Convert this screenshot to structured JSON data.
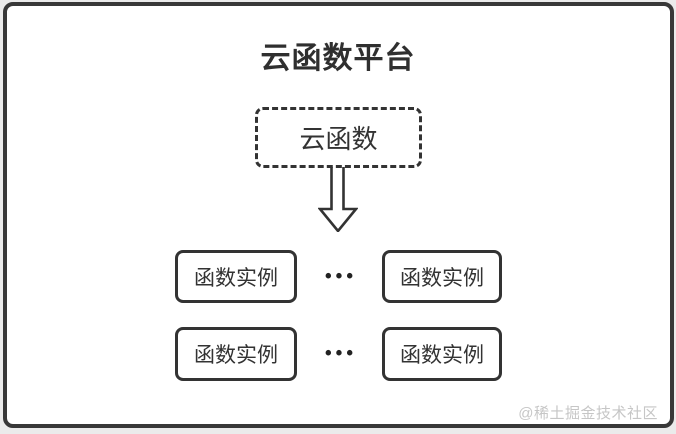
{
  "page": {
    "title": "云函数平台",
    "cloud_node": {
      "label": "云函数"
    },
    "arrow": {
      "name": "down-arrow",
      "direction": "down"
    },
    "rows": [
      {
        "left_box": "函数实例",
        "ellipsis": "•••",
        "right_box": "函数实例"
      },
      {
        "left_box": "函数实例",
        "ellipsis": "•••",
        "right_box": "函数实例"
      }
    ],
    "watermark": "@稀土掘金技术社区",
    "colors": {
      "ink": "#333333",
      "frame": "#383838",
      "background": "#ebebeb",
      "card": "#ffffff",
      "watermark_gray": "#c6c6c6"
    }
  }
}
